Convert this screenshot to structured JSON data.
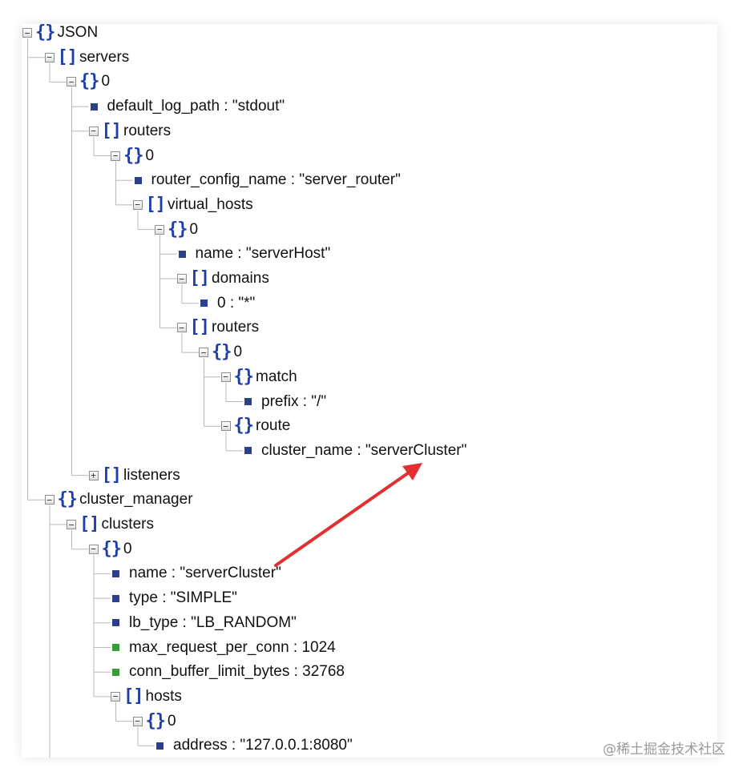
{
  "colors": {
    "container_icon": "#1f3fa8",
    "leaf_string": "#2b3f8c",
    "leaf_number": "#3c9a3c",
    "guide_line": "#b8b8b8",
    "arrow": "#e03030"
  },
  "tree": [
    {
      "text": "JSON",
      "depth": 0,
      "kind": "object",
      "toggle": "collapse"
    },
    {
      "text": "servers",
      "depth": 1,
      "kind": "array",
      "toggle": "collapse"
    },
    {
      "text": "0",
      "depth": 2,
      "kind": "object",
      "toggle": "collapse"
    },
    {
      "text": "default_log_path : \"stdout\"",
      "depth": 3,
      "kind": "leaf-string"
    },
    {
      "text": "routers",
      "depth": 3,
      "kind": "array",
      "toggle": "collapse"
    },
    {
      "text": "0",
      "depth": 4,
      "kind": "object",
      "toggle": "collapse"
    },
    {
      "text": "router_config_name : \"server_router\"",
      "depth": 5,
      "kind": "leaf-string"
    },
    {
      "text": "virtual_hosts",
      "depth": 5,
      "kind": "array",
      "toggle": "collapse"
    },
    {
      "text": "0",
      "depth": 6,
      "kind": "object",
      "toggle": "collapse"
    },
    {
      "text": "name : \"serverHost\"",
      "depth": 7,
      "kind": "leaf-string"
    },
    {
      "text": "domains",
      "depth": 7,
      "kind": "array",
      "toggle": "collapse"
    },
    {
      "text": "0 : \"*\"",
      "depth": 8,
      "kind": "leaf-string"
    },
    {
      "text": "routers",
      "depth": 7,
      "kind": "array",
      "toggle": "collapse"
    },
    {
      "text": "0",
      "depth": 8,
      "kind": "object",
      "toggle": "collapse"
    },
    {
      "text": "match",
      "depth": 9,
      "kind": "object",
      "toggle": "collapse"
    },
    {
      "text": "prefix : \"/\"",
      "depth": 10,
      "kind": "leaf-string"
    },
    {
      "text": "route",
      "depth": 9,
      "kind": "object",
      "toggle": "collapse"
    },
    {
      "text": "cluster_name : \"serverCluster\"",
      "depth": 10,
      "kind": "leaf-string"
    },
    {
      "text": "listeners",
      "depth": 3,
      "kind": "array",
      "toggle": "expand"
    },
    {
      "text": "cluster_manager",
      "depth": 1,
      "kind": "object",
      "toggle": "collapse"
    },
    {
      "text": "clusters",
      "depth": 2,
      "kind": "array",
      "toggle": "collapse"
    },
    {
      "text": "0",
      "depth": 3,
      "kind": "object",
      "toggle": "collapse"
    },
    {
      "text": "name : \"serverCluster\"",
      "depth": 4,
      "kind": "leaf-string"
    },
    {
      "text": "type : \"SIMPLE\"",
      "depth": 4,
      "kind": "leaf-string"
    },
    {
      "text": "lb_type : \"LB_RANDOM\"",
      "depth": 4,
      "kind": "leaf-string"
    },
    {
      "text": "max_request_per_conn : 1024",
      "depth": 4,
      "kind": "leaf-number"
    },
    {
      "text": "conn_buffer_limit_bytes : 32768",
      "depth": 4,
      "kind": "leaf-number"
    },
    {
      "text": "hosts",
      "depth": 4,
      "kind": "array",
      "toggle": "collapse"
    },
    {
      "text": "0",
      "depth": 5,
      "kind": "object",
      "toggle": "collapse"
    },
    {
      "text": "address : \"127.0.0.1:8080\"",
      "depth": 6,
      "kind": "leaf-string"
    }
  ],
  "icons": {
    "object": "{}",
    "array": "[]",
    "collapse": "−",
    "expand": "+"
  },
  "watermark": "@稀土掘金技术社区"
}
